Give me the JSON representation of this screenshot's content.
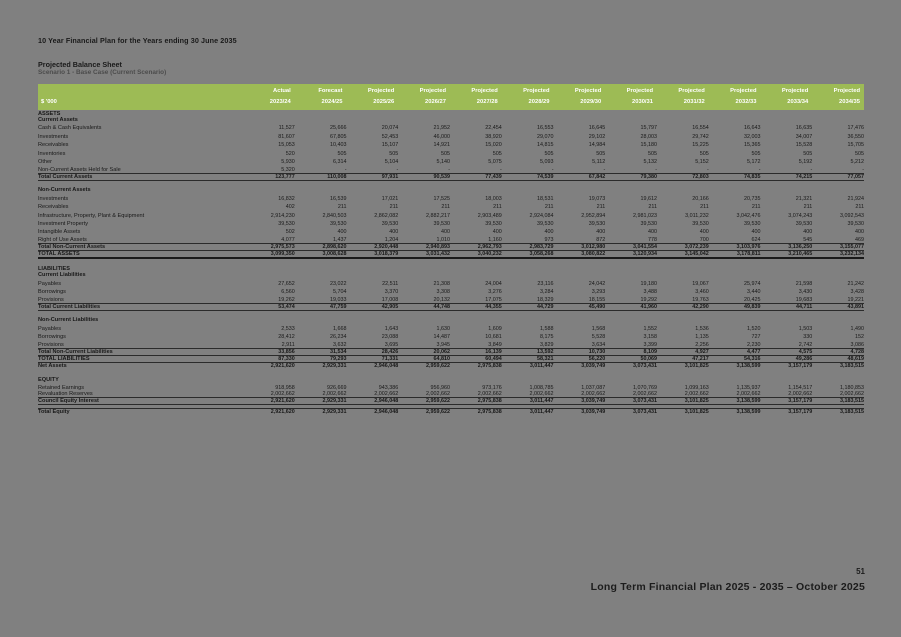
{
  "document": {
    "title": "10 Year Financial Plan for the Years ending 30 June 2035",
    "sheet_title": "Projected Balance Sheet",
    "sheet_subtitle": "Scenario 1 - Base Case (Current Scenario)",
    "unit_label": "$ '000",
    "header_green": "#9dbb55"
  },
  "footer": {
    "page_number": "51",
    "text": "Long Term Financial Plan 2025 - 2035 – October 2025"
  },
  "columns": [
    {
      "type": "Actual",
      "year": "2023/24"
    },
    {
      "type": "Forecast",
      "year": "2024/25"
    },
    {
      "type": "Projected",
      "year": "2025/26"
    },
    {
      "type": "Projected",
      "year": "2026/27"
    },
    {
      "type": "Projected",
      "year": "2027/28"
    },
    {
      "type": "Projected",
      "year": "2028/29"
    },
    {
      "type": "Projected",
      "year": "2029/30"
    },
    {
      "type": "Projected",
      "year": "2030/31"
    },
    {
      "type": "Projected",
      "year": "2031/32"
    },
    {
      "type": "Projected",
      "year": "2032/33"
    },
    {
      "type": "Projected",
      "year": "2033/34"
    },
    {
      "type": "Projected",
      "year": "2034/35"
    }
  ],
  "rows": [
    {
      "label": "ASSETS",
      "style": "sect",
      "values": [
        "",
        "",
        "",
        "",
        "",
        "",
        "",
        "",
        "",
        "",
        "",
        ""
      ]
    },
    {
      "label": "Current Assets",
      "style": "grp",
      "values": [
        "",
        "",
        "",
        "",
        "",
        "",
        "",
        "",
        "",
        "",
        "",
        ""
      ]
    },
    {
      "label": "Cash & Cash Equivalents",
      "style": "r",
      "values": [
        "11,527",
        "25,666",
        "20,074",
        "21,952",
        "22,454",
        "16,553",
        "16,645",
        "15,797",
        "16,554",
        "16,643",
        "16,635",
        "17,476"
      ]
    },
    {
      "label": "Investments",
      "style": "r",
      "values": [
        "81,607",
        "67,805",
        "52,453",
        "46,000",
        "38,920",
        "29,070",
        "29,102",
        "28,003",
        "29,742",
        "32,003",
        "34,007",
        "36,550"
      ]
    },
    {
      "label": "Receivables",
      "style": "r",
      "values": [
        "15,053",
        "10,403",
        "15,107",
        "14,921",
        "15,020",
        "14,815",
        "14,984",
        "15,180",
        "15,225",
        "15,365",
        "15,528",
        "15,705"
      ]
    },
    {
      "label": "Inventories",
      "style": "r",
      "values": [
        "520",
        "505",
        "505",
        "505",
        "505",
        "505",
        "505",
        "505",
        "505",
        "505",
        "505",
        "505"
      ]
    },
    {
      "label": "Other",
      "style": "r",
      "values": [
        "5,930",
        "6,314",
        "5,104",
        "5,140",
        "5,075",
        "5,093",
        "5,112",
        "5,132",
        "5,152",
        "5,172",
        "5,192",
        "5,212"
      ]
    },
    {
      "label": "Non-Current Assets Held for Sale",
      "style": "r",
      "values": [
        "5,320",
        "-",
        "-",
        "-",
        "-",
        "-",
        "-",
        "-",
        "-",
        "-",
        "-",
        "-"
      ]
    },
    {
      "label": "Total Current Assets",
      "style": "tot",
      "values": [
        "123,777",
        "110,008",
        "97,931",
        "90,539",
        "77,439",
        "74,539",
        "67,842",
        "79,380",
        "72,803",
        "74,835",
        "74,215",
        "77,057"
      ]
    },
    {
      "label": "",
      "style": "spacer",
      "values": [
        "",
        "",
        "",
        "",
        "",
        "",
        "",
        "",
        "",
        "",
        "",
        ""
      ]
    },
    {
      "label": "Non-Current Assets",
      "style": "grp",
      "values": [
        "",
        "",
        "",
        "",
        "",
        "",
        "",
        "",
        "",
        "",
        "",
        ""
      ]
    },
    {
      "label": "Investments",
      "style": "r",
      "values": [
        "16,832",
        "16,539",
        "17,021",
        "17,525",
        "18,003",
        "18,531",
        "19,073",
        "19,612",
        "20,166",
        "20,735",
        "21,321",
        "21,924"
      ]
    },
    {
      "label": "Receivables",
      "style": "r",
      "values": [
        "402",
        "211",
        "211",
        "211",
        "211",
        "211",
        "211",
        "211",
        "211",
        "211",
        "211",
        "211"
      ]
    },
    {
      "label": "Infrastructure, Property, Plant & Equipment",
      "style": "r",
      "values": [
        "2,914,230",
        "2,840,503",
        "2,862,082",
        "2,882,217",
        "2,903,489",
        "2,924,084",
        "2,952,894",
        "2,981,023",
        "3,011,232",
        "3,042,476",
        "3,074,243",
        "3,092,543"
      ]
    },
    {
      "label": "Investment Property",
      "style": "r",
      "values": [
        "39,530",
        "39,530",
        "39,530",
        "39,530",
        "39,530",
        "39,530",
        "39,530",
        "39,530",
        "39,530",
        "39,530",
        "39,530",
        "39,530"
      ]
    },
    {
      "label": "Intangible Assets",
      "style": "r",
      "values": [
        "502",
        "400",
        "400",
        "400",
        "400",
        "400",
        "400",
        "400",
        "400",
        "400",
        "400",
        "400"
      ]
    },
    {
      "label": "Right of Use Assets",
      "style": "r",
      "values": [
        "4,077",
        "1,437",
        "1,204",
        "1,010",
        "1,160",
        "973",
        "872",
        "778",
        "700",
        "624",
        "545",
        "469"
      ]
    },
    {
      "label": "Total Non-Current Assets",
      "style": "tot",
      "values": [
        "2,975,573",
        "2,898,620",
        "2,920,448",
        "2,940,893",
        "2,962,793",
        "2,983,729",
        "3,012,980",
        "3,041,554",
        "3,072,239",
        "3,103,976",
        "3,136,250",
        "3,155,077"
      ]
    },
    {
      "label": "TOTAL ASSETS",
      "style": "tot-strong",
      "values": [
        "3,099,350",
        "3,008,628",
        "3,018,379",
        "3,031,432",
        "3,040,232",
        "3,058,268",
        "3,080,822",
        "3,120,934",
        "3,145,042",
        "3,178,811",
        "3,210,465",
        "3,232,134"
      ]
    },
    {
      "label": "",
      "style": "spacer",
      "values": [
        "",
        "",
        "",
        "",
        "",
        "",
        "",
        "",
        "",
        "",
        "",
        ""
      ]
    },
    {
      "label": "LIABILITIES",
      "style": "sect",
      "values": [
        "",
        "",
        "",
        "",
        "",
        "",
        "",
        "",
        "",
        "",
        "",
        ""
      ]
    },
    {
      "label": "Current Liabilities",
      "style": "grp",
      "values": [
        "",
        "",
        "",
        "",
        "",
        "",
        "",
        "",
        "",
        "",
        "",
        ""
      ]
    },
    {
      "label": "Payables",
      "style": "r",
      "values": [
        "27,652",
        "23,022",
        "22,511",
        "21,308",
        "24,004",
        "23,116",
        "24,042",
        "19,180",
        "19,067",
        "25,974",
        "21,598",
        "21,242"
      ]
    },
    {
      "label": "Borrowings",
      "style": "r",
      "values": [
        "6,560",
        "5,704",
        "3,370",
        "3,308",
        "3,276",
        "3,284",
        "3,293",
        "3,488",
        "3,460",
        "3,440",
        "3,430",
        "3,428"
      ]
    },
    {
      "label": "Provisions",
      "style": "r",
      "values": [
        "19,262",
        "19,033",
        "17,008",
        "20,132",
        "17,075",
        "18,329",
        "18,155",
        "19,292",
        "19,763",
        "20,425",
        "19,683",
        "19,221"
      ]
    },
    {
      "label": "Total Current Liabilities",
      "style": "tot",
      "values": [
        "53,474",
        "47,759",
        "42,905",
        "44,748",
        "44,355",
        "44,729",
        "45,490",
        "41,960",
        "42,290",
        "49,839",
        "44,711",
        "43,891"
      ]
    },
    {
      "label": "",
      "style": "spacer",
      "values": [
        "",
        "",
        "",
        "",
        "",
        "",
        "",
        "",
        "",
        "",
        "",
        ""
      ]
    },
    {
      "label": "Non-Current Liabilities",
      "style": "grp",
      "values": [
        "",
        "",
        "",
        "",
        "",
        "",
        "",
        "",
        "",
        "",
        "",
        ""
      ]
    },
    {
      "label": "Payables",
      "style": "r",
      "values": [
        "2,533",
        "1,668",
        "1,643",
        "1,630",
        "1,609",
        "1,588",
        "1,568",
        "1,552",
        "1,536",
        "1,520",
        "1,503",
        "1,490"
      ]
    },
    {
      "label": "Borrowings",
      "style": "r",
      "values": [
        "28,412",
        "26,234",
        "23,088",
        "14,487",
        "10,681",
        "8,175",
        "5,528",
        "3,158",
        "1,135",
        "727",
        "330",
        "152"
      ]
    },
    {
      "label": "Provisions",
      "style": "r",
      "values": [
        "2,911",
        "3,632",
        "3,695",
        "3,945",
        "3,849",
        "3,829",
        "3,634",
        "3,399",
        "2,256",
        "2,230",
        "2,742",
        "3,086"
      ]
    },
    {
      "label": "Total Non-Current Liabilities",
      "style": "tot-line",
      "values": [
        "33,856",
        "31,534",
        "28,426",
        "20,062",
        "16,139",
        "13,592",
        "10,730",
        "8,109",
        "4,927",
        "4,477",
        "4,575",
        "4,728"
      ]
    },
    {
      "label": "TOTAL LIABILITIES",
      "style": "tot",
      "values": [
        "87,330",
        "79,293",
        "71,331",
        "64,810",
        "60,494",
        "58,321",
        "56,220",
        "50,069",
        "47,217",
        "54,316",
        "49,286",
        "48,619"
      ]
    },
    {
      "label": "Net Assets",
      "style": "tot-line",
      "values": [
        "2,921,620",
        "2,929,331",
        "2,946,048",
        "2,959,622",
        "2,975,838",
        "3,011,447",
        "3,039,749",
        "3,073,431",
        "3,101,825",
        "3,138,599",
        "3,157,179",
        "3,183,515"
      ]
    },
    {
      "label": "",
      "style": "spacer",
      "values": [
        "",
        "",
        "",
        "",
        "",
        "",
        "",
        "",
        "",
        "",
        "",
        ""
      ]
    },
    {
      "label": "EQUITY",
      "style": "sect",
      "values": [
        "",
        "",
        "",
        "",
        "",
        "",
        "",
        "",
        "",
        "",
        "",
        ""
      ]
    },
    {
      "label": "Retained Earnings",
      "style": "r",
      "values": [
        "918,958",
        "926,669",
        "943,386",
        "956,960",
        "973,176",
        "1,008,785",
        "1,037,087",
        "1,070,769",
        "1,099,163",
        "1,135,937",
        "1,154,517",
        "1,180,853"
      ]
    },
    {
      "label": "Revaluation Reserves",
      "style": "underline-row",
      "values": [
        "2,002,662",
        "2,002,662",
        "2,002,662",
        "2,002,662",
        "2,002,662",
        "2,002,662",
        "2,002,662",
        "2,002,662",
        "2,002,662",
        "2,002,662",
        "2,002,662",
        "2,002,662"
      ]
    },
    {
      "label": "Council Equity Interest",
      "style": "tot",
      "values": [
        "2,921,620",
        "2,929,331",
        "2,946,048",
        "2,959,622",
        "2,975,838",
        "3,011,447",
        "3,039,749",
        "3,073,431",
        "3,101,825",
        "3,138,599",
        "3,157,179",
        "3,183,515"
      ]
    },
    {
      "label": "",
      "style": "spacer-sm",
      "values": [
        "",
        "",
        "",
        "",
        "",
        "",
        "",
        "",
        "",
        "",
        "",
        ""
      ]
    },
    {
      "label": "Total Equity",
      "style": "tot-line",
      "values": [
        "2,921,620",
        "2,929,331",
        "2,946,048",
        "2,959,622",
        "2,975,838",
        "3,011,447",
        "3,039,749",
        "3,073,431",
        "3,101,825",
        "3,138,599",
        "3,157,179",
        "3,183,515"
      ]
    }
  ]
}
